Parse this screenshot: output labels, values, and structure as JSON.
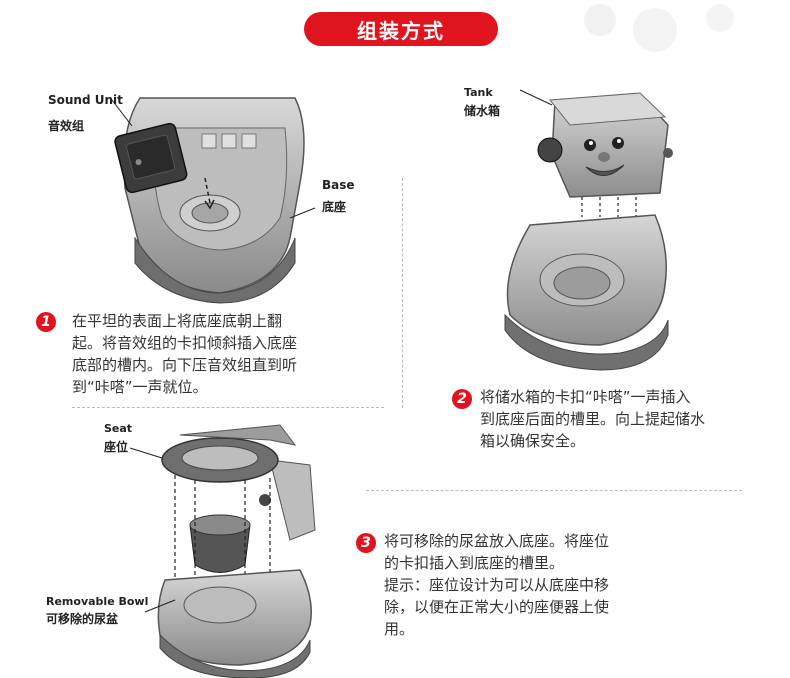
{
  "title": "组装方式",
  "step1": {
    "number": "1",
    "text_lines": [
      "在平坦的表面上将底座底朝上翻",
      "起。将音效组的卡扣倾斜插入底座",
      "底部的槽内。向下压音效组直到听",
      "到“咔嗒”一声就位。"
    ],
    "sound_unit_en": "Sound Unit",
    "sound_unit_cn": "音效组",
    "base_en": "Base",
    "base_cn": "底座"
  },
  "step2": {
    "number": "2",
    "text_lines": [
      "将储水箱的卡扣“咔嗒”一声插入",
      "到底座后面的槽里。向上提起储水",
      "箱以确保安全。"
    ],
    "tank_en": "Tank",
    "tank_cn": "储水箱"
  },
  "step3": {
    "number": "3",
    "text_lines": [
      "将可移除的尿盆放入底座。将座位",
      "的卡扣插入到底座的槽里。",
      "提示：座位设计为可以从底座中移",
      "除，以便在正常大小的座便器上使",
      "用。"
    ],
    "seat_en": "Seat",
    "seat_cn": "座位",
    "bowl_en": "Removable Bowl",
    "bowl_cn": "可移除的尿盆"
  },
  "colors": {
    "accent": "#e0141e",
    "product_gray": "#9a9a9a"
  }
}
